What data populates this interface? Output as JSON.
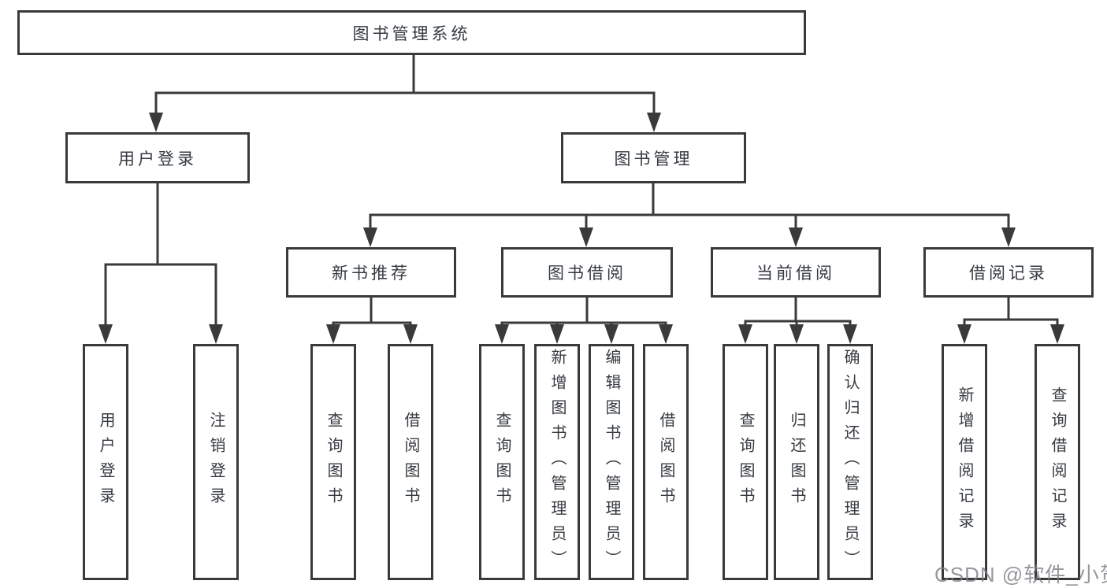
{
  "tree": {
    "label": "图书管理系统",
    "children": [
      {
        "label": "用户登录",
        "children": [
          {
            "label": "用户登录"
          },
          {
            "label": "注销登录"
          }
        ]
      },
      {
        "label": "图书管理",
        "children": [
          {
            "label": "新书推荐",
            "children": [
              {
                "label": "查询图书"
              },
              {
                "label": "借阅图书"
              }
            ]
          },
          {
            "label": "图书借阅",
            "children": [
              {
                "label": "查询图书"
              },
              {
                "label": "新增图书（管理员）"
              },
              {
                "label": "编辑图书（管理员）"
              },
              {
                "label": "借阅图书"
              }
            ]
          },
          {
            "label": "当前借阅",
            "children": [
              {
                "label": "查询图书"
              },
              {
                "label": "归还图书"
              },
              {
                "label": "确认归还（管理员）"
              }
            ]
          },
          {
            "label": "借阅记录",
            "children": [
              {
                "label": "新增借阅记录"
              },
              {
                "label": "查询借阅记录"
              }
            ]
          }
        ]
      }
    ]
  },
  "watermark": {
    "text": "CSDN @软件_小贺同学"
  },
  "colors": {
    "line": "#3a3a3a",
    "node_border": "#3a3a3a",
    "node_text": "#363b42",
    "background": "#ffffff",
    "watermark": "#7d8085"
  }
}
